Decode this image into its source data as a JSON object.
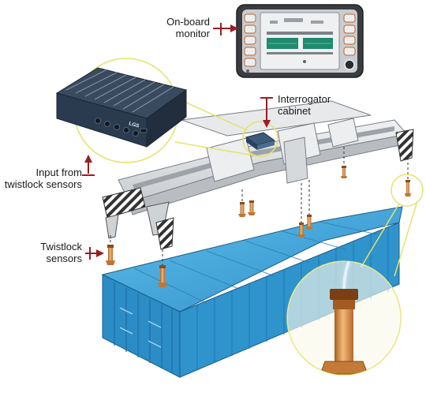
{
  "labels": {
    "monitor": [
      "On-board",
      "monitor"
    ],
    "interrogator": [
      "Interrogator",
      "cabinet"
    ],
    "input": [
      "Input from",
      "twistlock sensors"
    ],
    "twistlock": [
      "Twistlock",
      "sensors"
    ]
  },
  "device_logo": "LGS",
  "colors": {
    "arrow": "#9b1c24",
    "callout_circle": "#e5e36a",
    "container": "#3aa0d6",
    "container_dark": "#1b6ea5",
    "spreader": "#e2e4e6",
    "sensor": "#d38b45",
    "device": "#2b3b4f",
    "monitor_screen": "#1f8a6e"
  },
  "icons": [
    "arrow-icon",
    "twistlock-sensor-icon",
    "cable-icon"
  ]
}
